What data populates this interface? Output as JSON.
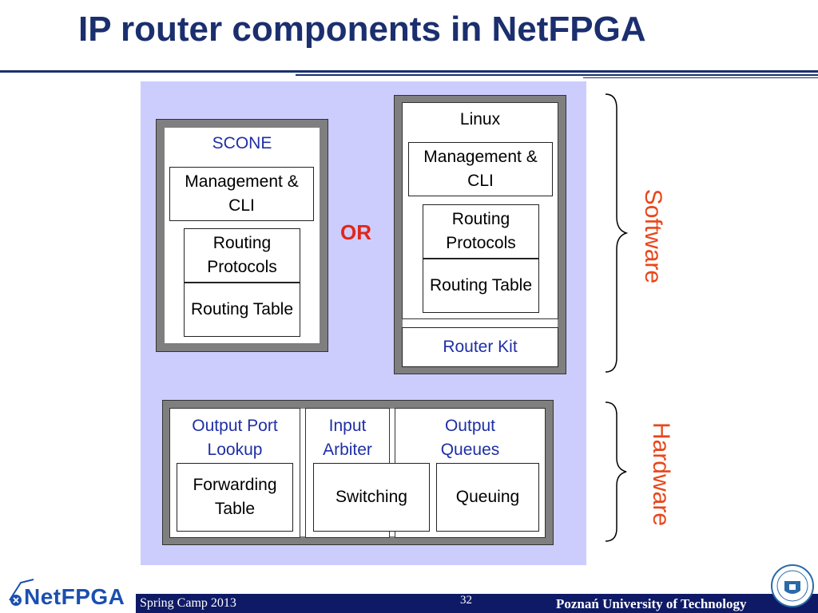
{
  "slide": {
    "title": "IP router components in NetFPGA",
    "or_label": "OR",
    "software_label": "Software",
    "hardware_label": "Hardware"
  },
  "scone": {
    "title": "SCONE",
    "mgmt": "Management & CLI",
    "routing_protocols": "Routing Protocols",
    "routing_table": "Routing Table"
  },
  "linux": {
    "title": "Linux",
    "mgmt": "Management & CLI",
    "routing_protocols": "Routing Protocols",
    "routing_table": "Routing Table",
    "router_kit": "Router Kit"
  },
  "hardware": {
    "output_port_lookup": "Output Port Lookup",
    "input_arbiter": "Input Arbiter",
    "output_queues": "Output Queues",
    "forwarding_table": "Forwarding Table",
    "switching": "Switching",
    "queuing": "Queuing"
  },
  "footer": {
    "logo": "NetFPGA",
    "event": "Spring Camp 2013",
    "page_number": "32",
    "institution": "Poznań  University of Technology"
  },
  "colors": {
    "title": "#1b2f6e",
    "panel": "#cccdfd",
    "frame": "#7f7f7f",
    "blue_label": "#1f2fa6",
    "red_label": "#e0271a",
    "brace_label": "#e8461b",
    "footer": "#0e1a66"
  }
}
